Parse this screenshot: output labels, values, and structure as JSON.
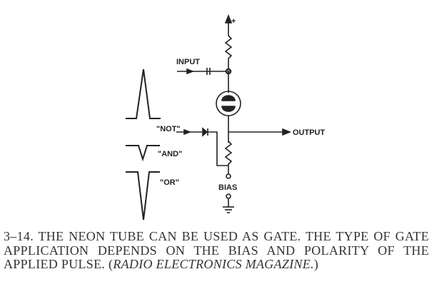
{
  "diagram": {
    "labels": {
      "plus": "+",
      "input": "INPUT",
      "output": "OUTPUT",
      "bias": "BIAS",
      "not": "\"NOT\"",
      "and": "\"AND\"",
      "or": "\"OR\""
    }
  },
  "caption": {
    "text": "3–14. THE NEON TUBE CAN BE USED AS GATE. THE TYPE OF GATE APPLICATION DEPENDS ON THE BIAS AND POLARITY OF THE APPLIED PULSE. (",
    "source": "RADIO ELECTRONICS MAGAZINE.",
    "close": ")"
  }
}
